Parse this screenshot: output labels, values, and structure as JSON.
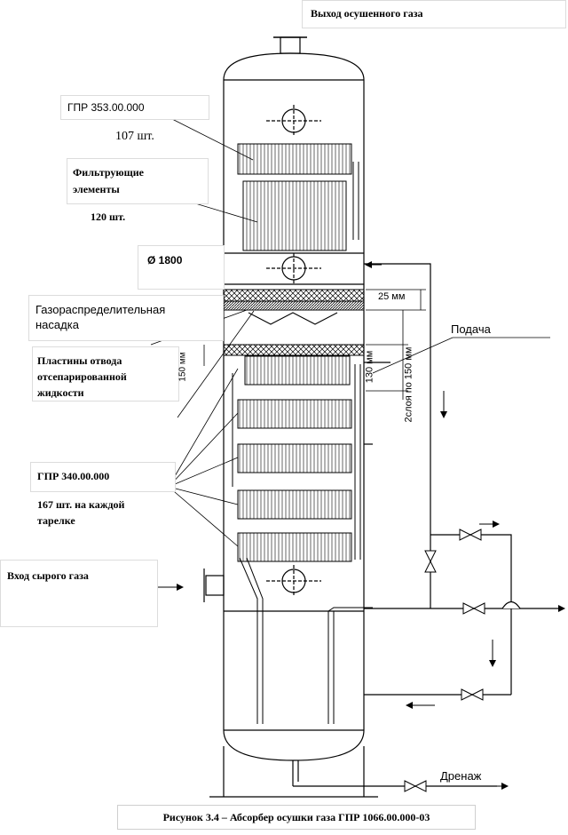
{
  "labels": {
    "gas_outlet": "Выход осушенного газа",
    "gpr353": "ГПР 353.00.000",
    "qty107": "107 шт.",
    "filter_line1": "Фильтрующие",
    "filter_line2": "элементы",
    "qty120": "120 шт.",
    "diameter": "Ø 1800",
    "distributor_line1": "Газораспределительная",
    "distributor_line2": "насадка",
    "plates_line1": "Пластины отвода",
    "plates_line2": "отсепарированной",
    "plates_line3": "жидкости",
    "gpr340": "ГПР 340.00.000",
    "qty167_line1": "167 шт. на каждой",
    "qty167_line2": "тарелке",
    "raw_gas_inlet": "Вход сырого газа",
    "supply": "Подача",
    "drain": "Дренаж",
    "dim_25": "25 мм",
    "dim_130": "130 мм",
    "dim_150": "150 мм",
    "dim_layers": "2слоя по 150 мм"
  },
  "caption": "Рисунок 3.4 – Абсорбер осушки газа ГПР 1066.00.000-03"
}
